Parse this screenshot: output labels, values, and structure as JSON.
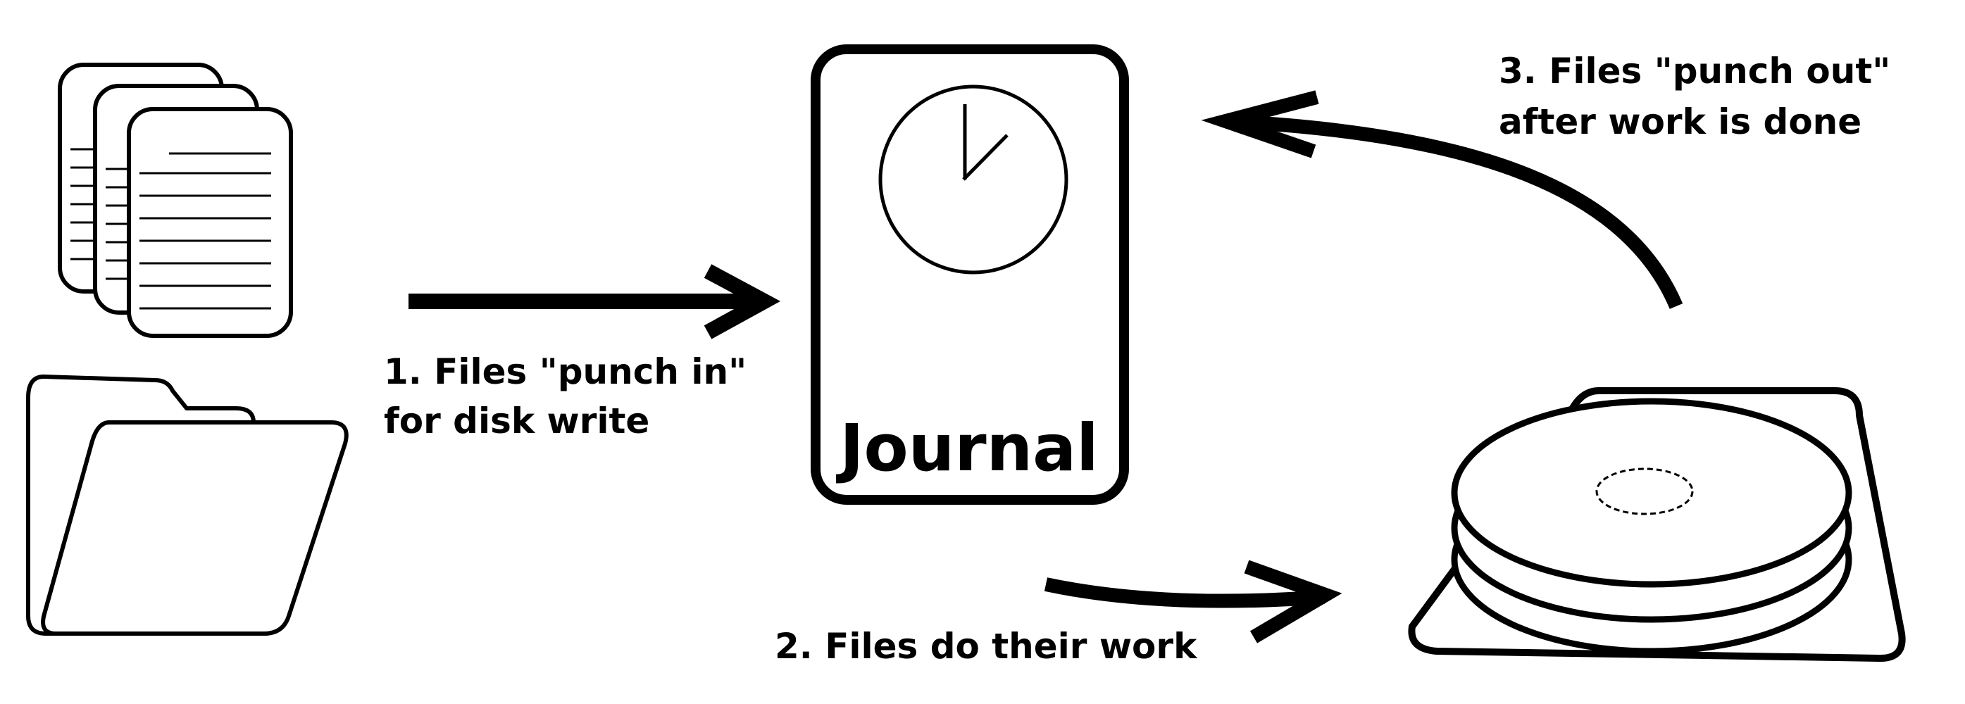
{
  "diagram": {
    "journal_label": "Journal",
    "step1": {
      "line1": "1. Files \"punch in\"",
      "line2": "for disk write"
    },
    "step2": {
      "line1": "2. Files do their work"
    },
    "step3": {
      "line1": "3. Files \"punch out\"",
      "line2": "after work is done"
    }
  },
  "icons": {
    "documents": "document-stack-icon",
    "folder": "folder-icon",
    "journal": "time-clock-icon",
    "disk": "hard-disk-icon"
  },
  "colors": {
    "stroke": "#000000",
    "background": "#ffffff"
  }
}
